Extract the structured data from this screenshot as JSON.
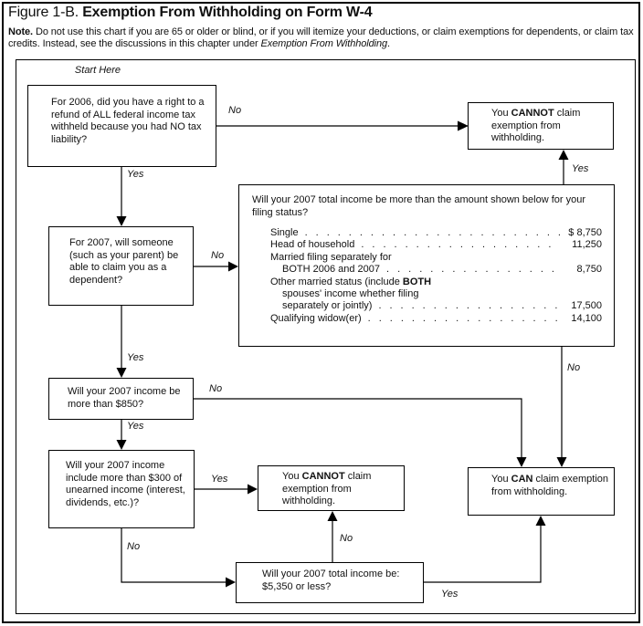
{
  "figure": {
    "label": "Figure 1-B.",
    "title": "Exemption From Withholding on Form W-4"
  },
  "note": {
    "label": "Note.",
    "pre": " Do not use this chart if you are 65 or older or blind, or if you will itemize your deductions, or claim exemptions for dependents, or claim tax credits. Instead, see the discussions in this chapter under ",
    "italic": "Exemption From Withholding",
    "post": "."
  },
  "flowchart": {
    "start_label": "Start Here",
    "nodes": {
      "q1": "For 2006, did you have a right to a refund of ALL federal income tax withheld because you had NO tax liability?",
      "q2": "For 2007, will someone (such as your parent) be able to claim you as a dependent?",
      "q3": "Will your 2007 income be more than $850?",
      "q4": "Will your 2007 income include more than $300 of unearned income (interest, dividends, etc.)?",
      "q5": "Will your 2007 total income be: $5,350 or less?",
      "cannot": {
        "pre": "You ",
        "bold": "CANNOT",
        "post": " claim exemption from withholding."
      },
      "can": {
        "pre": "You ",
        "bold": "CAN",
        "post": " claim exemption from withholding."
      }
    },
    "big_box": {
      "heading": "Will your 2007 total income be more than the amount shown below for your filing status?",
      "rows": [
        {
          "label": "Single",
          "amount": "$ 8,750"
        },
        {
          "label": "Head of household",
          "amount": "11,250"
        },
        {
          "label": "Married filing separately for"
        },
        {
          "label": "BOTH 2006 and 2007",
          "indent": true,
          "amount": "8,750"
        },
        {
          "pre": "Other married status (include ",
          "bold": "BOTH",
          "post": ""
        },
        {
          "label": "spouses' income whether filing",
          "indent": true
        },
        {
          "label": "separately or jointly)",
          "indent": true,
          "amount": "17,500"
        },
        {
          "label": "Qualifying widow(er)",
          "amount": "14,100"
        }
      ]
    },
    "edge_labels": {
      "q1_no": "No",
      "q1_yes": "Yes",
      "q2_no": "No",
      "q2_yes": "Yes",
      "big_yes": "Yes",
      "big_no": "No",
      "q3_no": "No",
      "q3_yes": "Yes",
      "q4_yes": "Yes",
      "q4_no": "No",
      "q5_yes": "Yes",
      "q5_no": "No"
    },
    "colors": {
      "line": "#000000",
      "box_border": "#000000",
      "background": "#ffffff"
    }
  }
}
